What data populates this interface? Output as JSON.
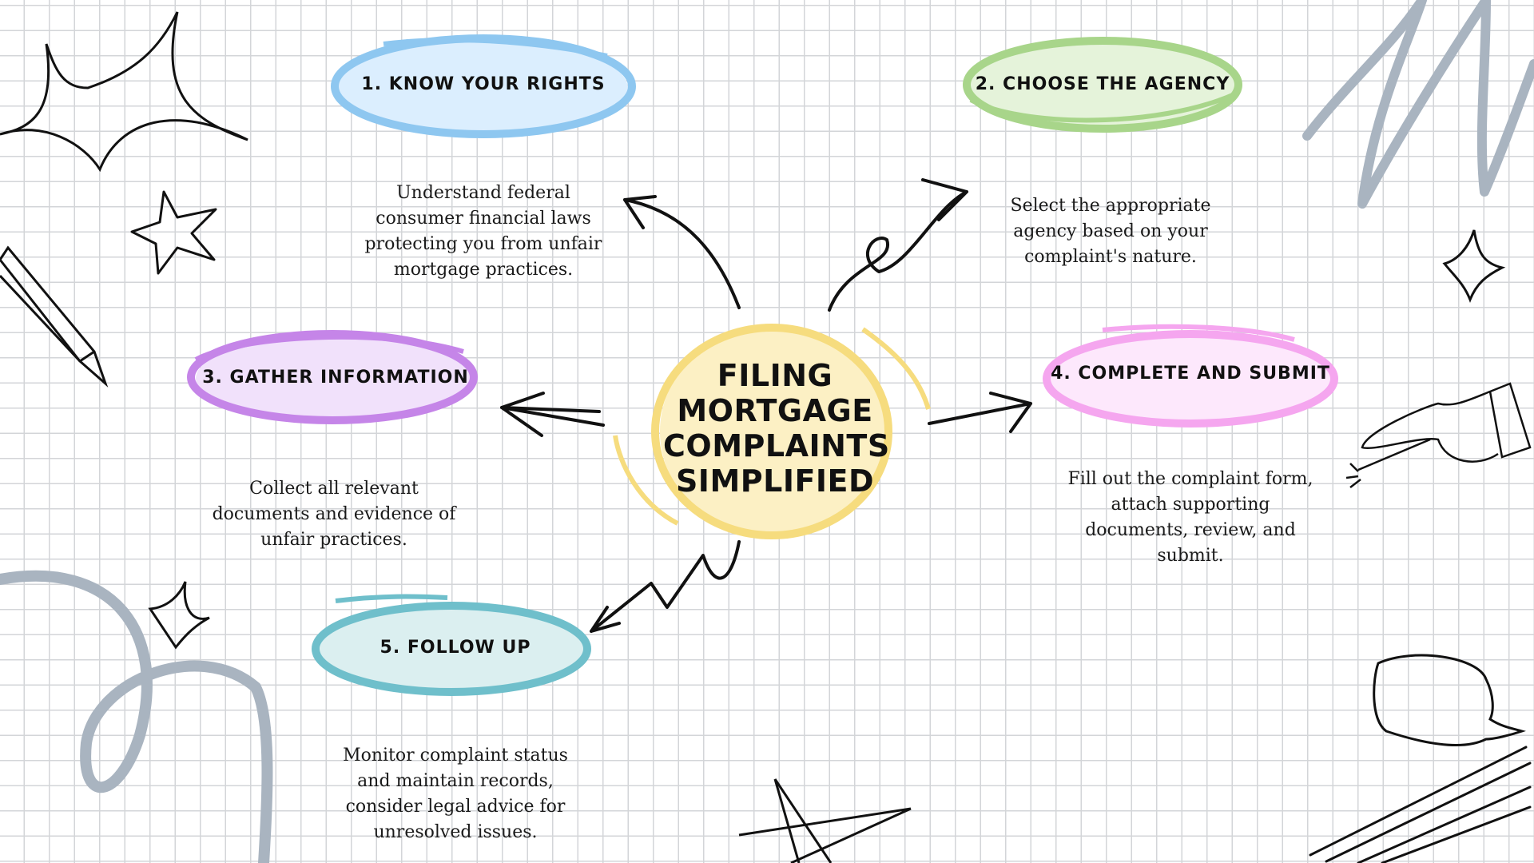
{
  "center": {
    "title": "FILING MORTGAGE COMPLAINTS SIMPLIFIED"
  },
  "steps": [
    {
      "label": "1. Know Your Rights",
      "description": "Understand federal consumer financial laws protecting you from unfair mortgage practices.",
      "color": "#8ec7f0"
    },
    {
      "label": "2. Choose the Agency",
      "description": "Select the appropriate agency based on your complaint's nature.",
      "color": "#a8d58a"
    },
    {
      "label": "3. Gather Information",
      "description": "Collect all relevant documents and evidence of unfair practices.",
      "color": "#c585e8"
    },
    {
      "label": "4. Complete and Submit",
      "description": "Fill out the complaint form, attach supporting documents, review, and submit.",
      "color": "#f5a6ef"
    },
    {
      "label": "5. Follow Up",
      "description": "Monitor complaint status and maintain records, consider legal advice for unresolved issues.",
      "color": "#6fbfcb"
    }
  ],
  "colors": {
    "center": "#f6dc7e",
    "grid": "#d3d5d8",
    "doodle_gray": "#a9b4c0",
    "ink": "#111111"
  }
}
